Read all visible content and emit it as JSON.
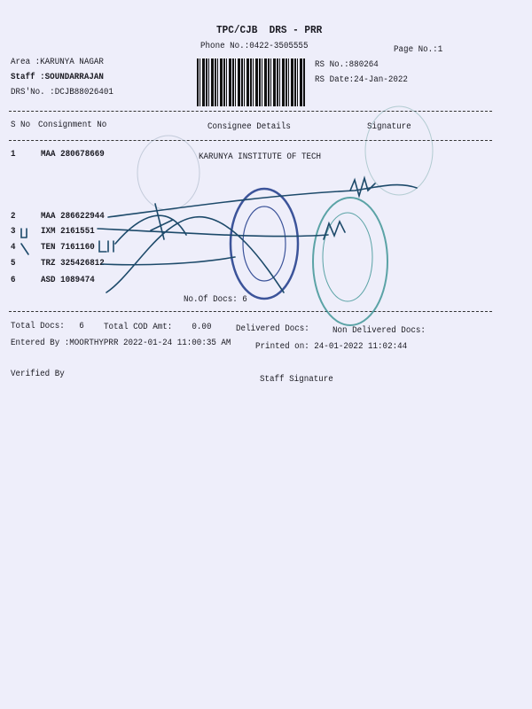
{
  "header": {
    "title": "TPC/CJB  DRS - PRR",
    "phone": "Phone No.:0422-3505555",
    "page_no": "Page No.:1",
    "area": "Area :KARUNYA NAGAR",
    "staff": "Staff :SOUNDARRAJAN",
    "drs_no": "DRS'No. :DCJB88026401",
    "rs_no": "RS No.:880264",
    "rs_date": "RS Date:24-Jan-2022"
  },
  "table": {
    "columns": [
      "S No",
      "Consignment No",
      "Consignee Details",
      "Signature"
    ],
    "rows": [
      {
        "sno": "1",
        "consignment": "MAA 280678669",
        "consignee": "KARUNYA INSTITUTE OF TECH"
      },
      {
        "sno": "2",
        "consignment": "MAA 286622944"
      },
      {
        "sno": "3",
        "consignment": "IXM 2161551"
      },
      {
        "sno": "4",
        "consignment": "TEN 7161160"
      },
      {
        "sno": "5",
        "consignment": "TRZ 325426812"
      },
      {
        "sno": "6",
        "consignment": "ASD 1089474"
      }
    ],
    "no_of_docs": "No.Of Docs: 6"
  },
  "footer": {
    "total_docs": "Total Docs:   6",
    "total_cod": "Total COD Amt:    0.00",
    "delivered": "Delivered Docs:",
    "non_delivered": "Non Delivered Docs:",
    "entered_by": "Entered By :MOORTHYPRR 2022-01-24 11:00:35 AM",
    "printed_on": "Printed on: 24-01-2022 11:02:44",
    "verified_by": "Verified By",
    "staff_signature": "Staff Signature"
  },
  "colors": {
    "paper": "#eeeefa",
    "ink": "#1a1a22",
    "stamp_blue": "#1e3a8a",
    "stamp_teal": "#2a8a8a"
  }
}
